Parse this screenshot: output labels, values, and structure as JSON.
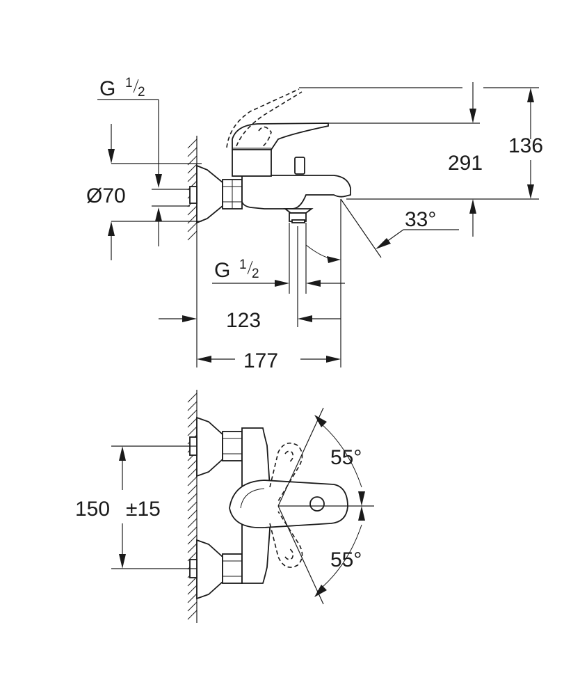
{
  "side_view": {
    "thread_top": {
      "base": "G",
      "num": "1",
      "den": "2"
    },
    "thread_bottom": {
      "base": "G",
      "num": "1",
      "den": "2"
    },
    "diameter_label": "Ø70",
    "dim_291": "291",
    "dim_136": "136",
    "dim_123": "123",
    "dim_177": "177",
    "angle_spout": "33°"
  },
  "front_view": {
    "spacing_label": "150",
    "tolerance_label": "±15",
    "angle_top": "55°",
    "angle_bottom": "55°"
  }
}
